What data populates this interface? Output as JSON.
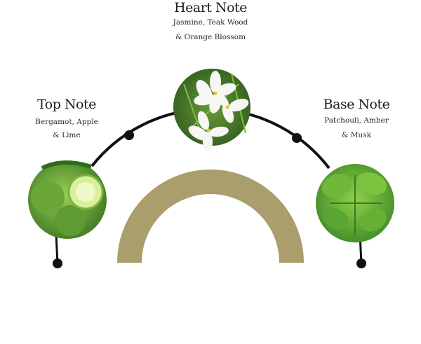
{
  "notes": {
    "heart": {
      "title": "Heart Note",
      "line1": "Jasmine, Teak Wood",
      "line2": "& Orange Blossom",
      "image": "jasmine-flowers"
    },
    "top": {
      "title": "Top Note",
      "line1": "Bergamot, Apple",
      "line2": "& Lime",
      "image": "bergamot-limes"
    },
    "base": {
      "title": "Base Note",
      "line1": "Patchouli, Amber",
      "line2": "& Musk",
      "image": "patchouli-leaves"
    }
  },
  "colors": {
    "arch": "#a99e6c",
    "line": "#111111",
    "leaf_dark": "#2f6b1c",
    "leaf_light": "#8fcf4a"
  }
}
